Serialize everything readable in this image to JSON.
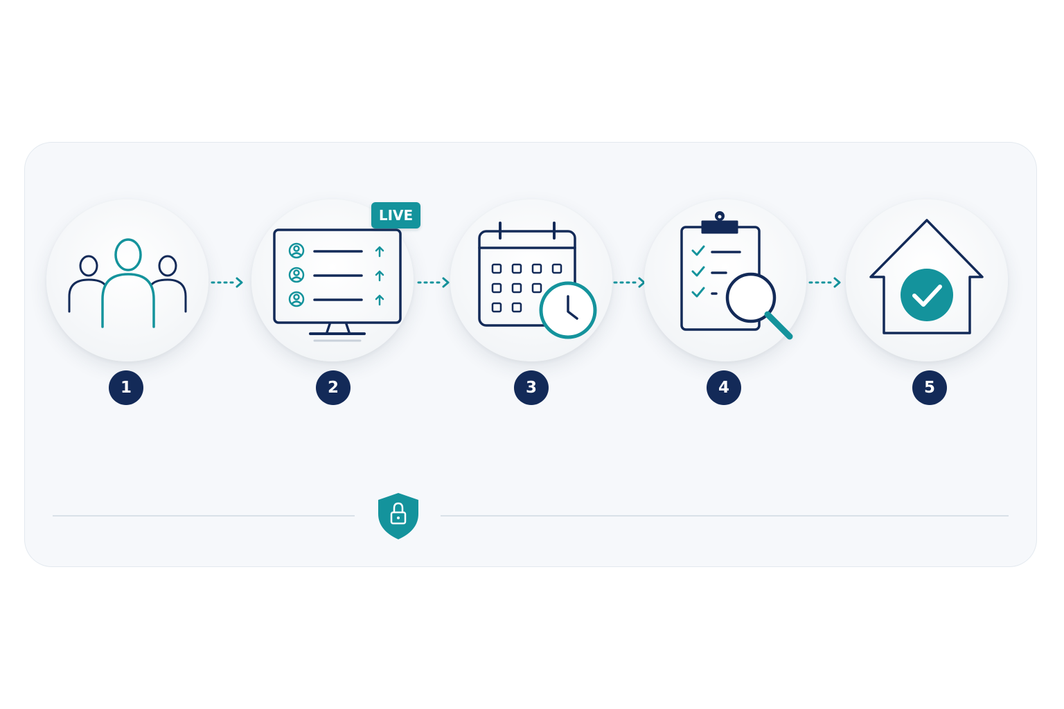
{
  "steps": [
    {
      "number": "1",
      "icon": "people-group-icon"
    },
    {
      "number": "2",
      "icon": "monitor-live-list-icon",
      "badge": "LIVE"
    },
    {
      "number": "3",
      "icon": "calendar-clock-icon"
    },
    {
      "number": "4",
      "icon": "clipboard-search-icon"
    },
    {
      "number": "5",
      "icon": "house-check-icon"
    }
  ],
  "footer_icon": "shield-lock-icon",
  "colors": {
    "navy": "#132a58",
    "teal": "#14939c",
    "panel_background": "#f6f8fb",
    "panel_border": "#e3e9ef"
  }
}
